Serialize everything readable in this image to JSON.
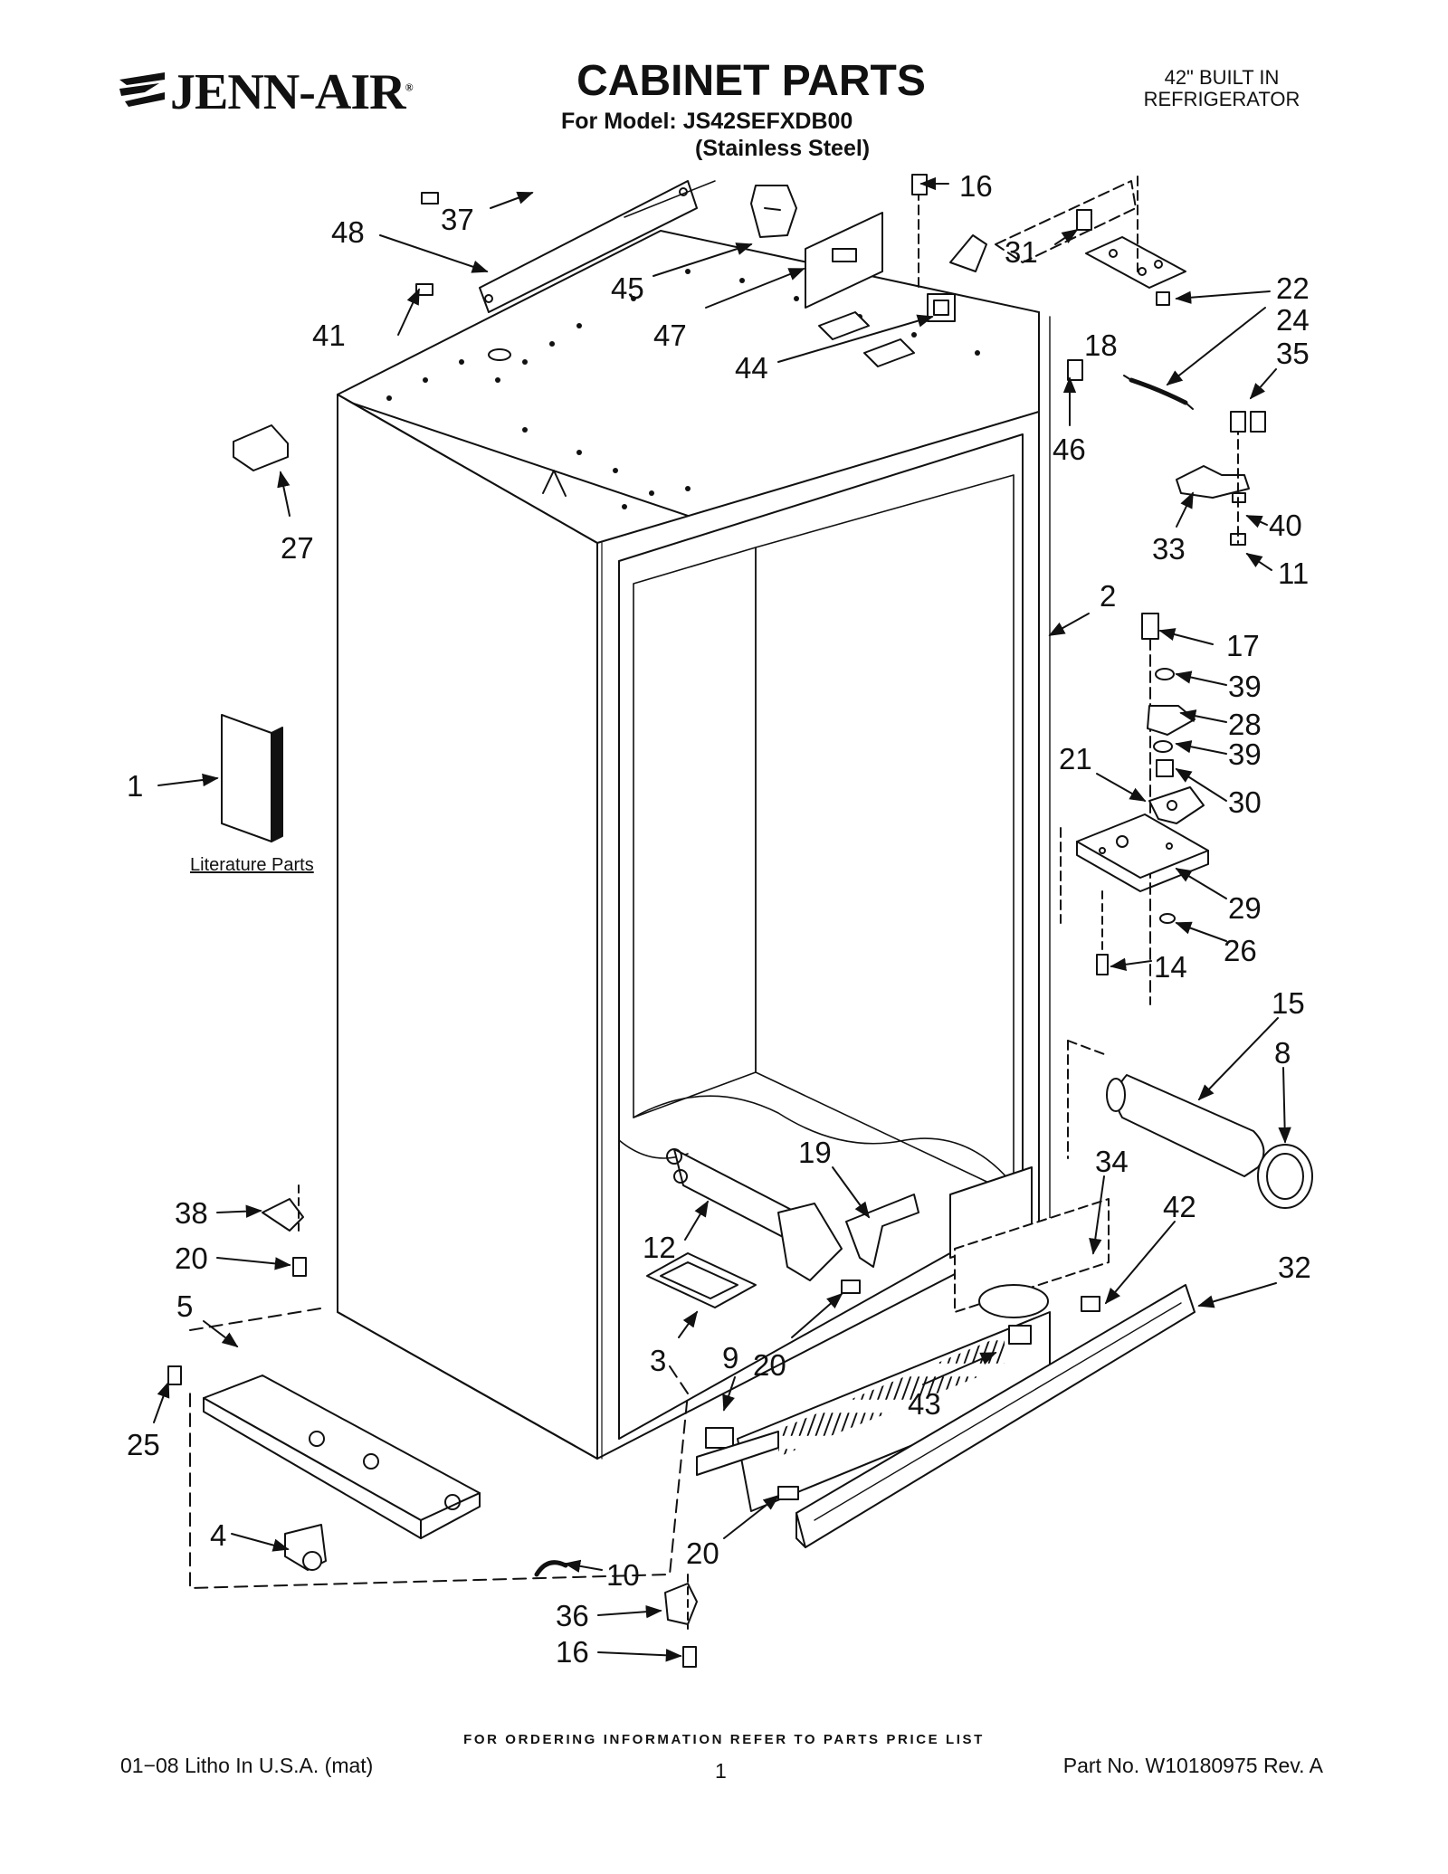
{
  "header": {
    "brand": "JENN-AIR",
    "title": "CABINET PARTS",
    "model_line": "For Model: JS42SEFXDB00",
    "finish_line": "(Stainless Steel)",
    "product_line1": "42\" BUILT IN",
    "product_line2": "REFRIGERATOR"
  },
  "literature_label": "Literature Parts",
  "callouts": {
    "c16a": "16",
    "c37": "37",
    "c48": "48",
    "c45": "45",
    "c31": "31",
    "c22": "22",
    "c24": "24",
    "c41": "41",
    "c47": "47",
    "c18": "18",
    "c35": "35",
    "c44": "44",
    "c46": "46",
    "c27": "27",
    "c33": "33",
    "c40": "40",
    "c11": "11",
    "c2": "2",
    "c17": "17",
    "c39a": "39",
    "c28": "28",
    "c39b": "39",
    "c1": "1",
    "c21": "21",
    "c30": "30",
    "c29": "29",
    "c26": "26",
    "c14": "14",
    "c15": "15",
    "c8": "8",
    "c19": "19",
    "c34": "34",
    "c42": "42",
    "c32": "32",
    "c38": "38",
    "c12": "12",
    "c20a": "20",
    "c5": "5",
    "c3": "3",
    "c9": "9",
    "c20b": "20",
    "c43": "43",
    "c25": "25",
    "c4": "4",
    "c10": "10",
    "c20c": "20",
    "c36": "36",
    "c16b": "16"
  },
  "footer": {
    "order_note": "FOR ORDERING INFORMATION REFER TO PARTS PRICE LIST",
    "print_info": "01−08 Litho In U.S.A. (mat)",
    "page_number": "1",
    "part_number": "Part No. W10180975 Rev. A"
  }
}
